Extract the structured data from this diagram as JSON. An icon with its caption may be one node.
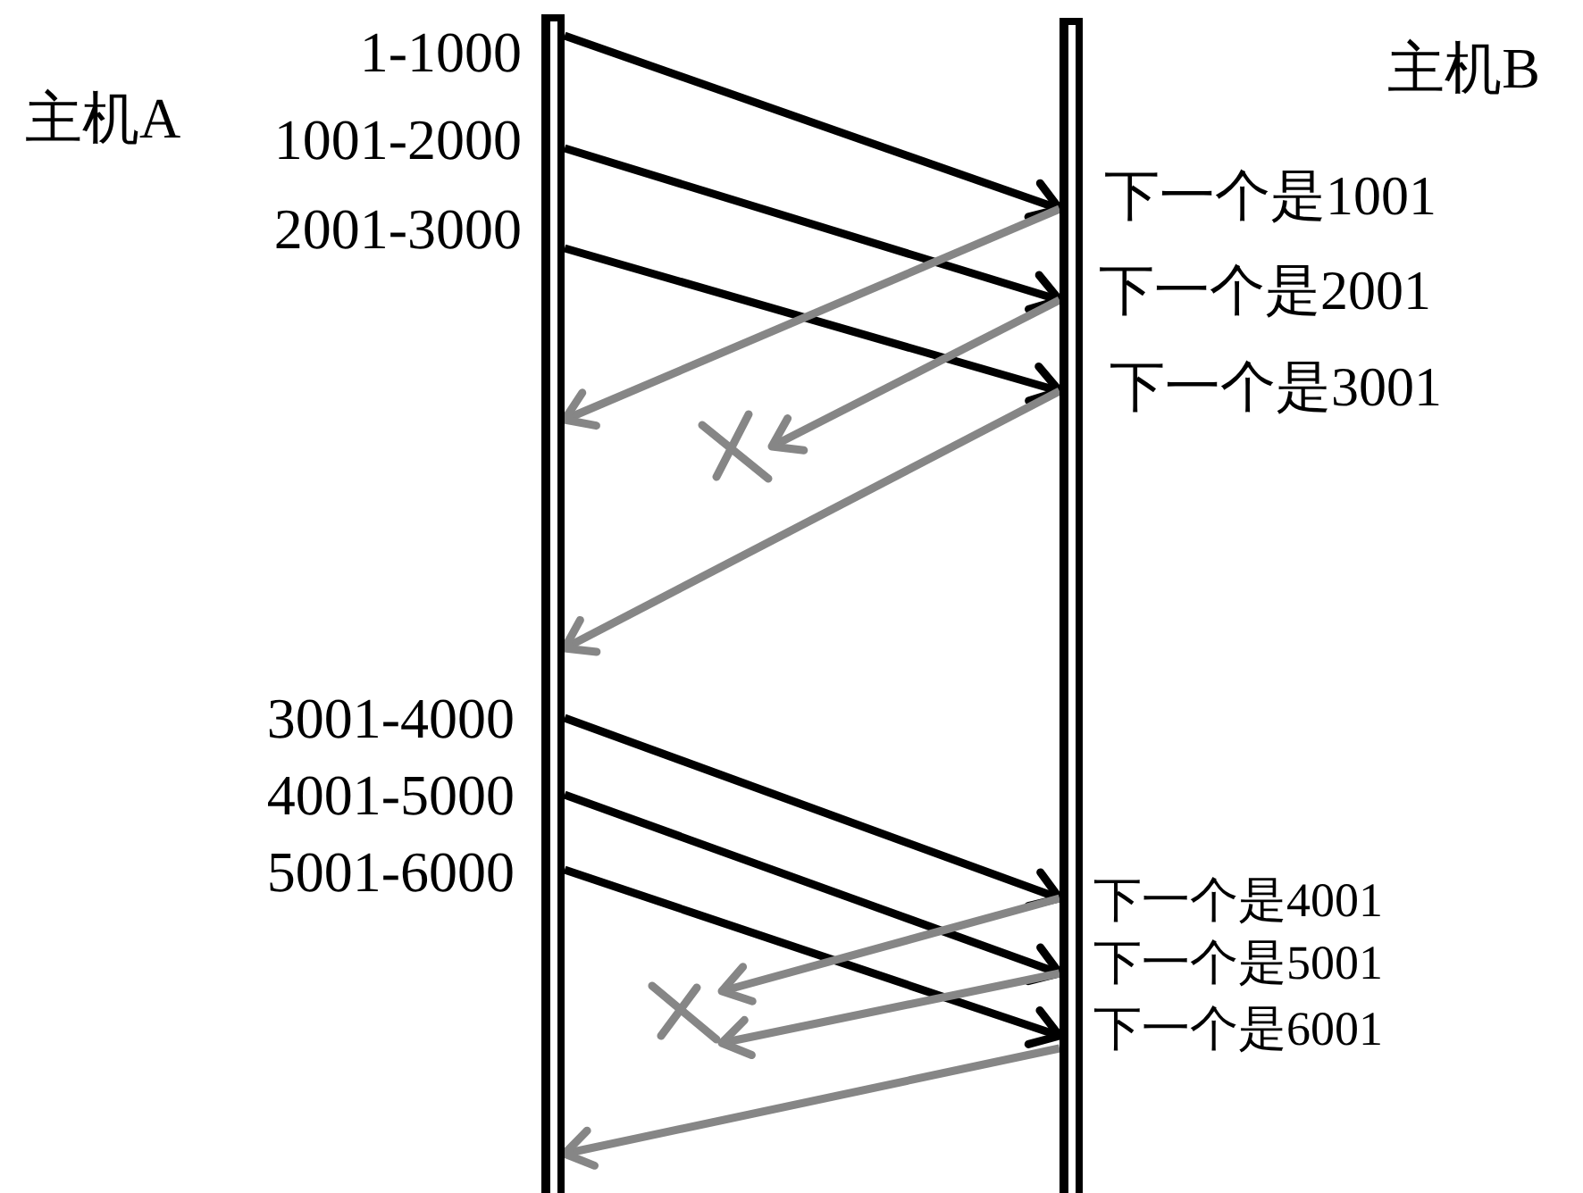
{
  "diagram": {
    "nodes": [
      {
        "text": [],
        "shape": "bar"
      },
      {
        "text": [],
        "shape": "bar"
      },
      {
        "text": [],
        "shape": "cross"
      },
      {
        "text": [],
        "shape": "cross"
      }
    ],
    "edges": [
      {
        "from": 0,
        "to": 1,
        "arrow": "to",
        "label": "1-1000"
      },
      {
        "from": 0,
        "to": 1,
        "arrow": "to",
        "label": "1001-2000"
      },
      {
        "from": 0,
        "to": 1,
        "arrow": "to",
        "label": "2001-3000"
      },
      {
        "from": 1,
        "to": 0,
        "arrow": "to",
        "label": "下一个是1001",
        "color": "#868686"
      },
      {
        "from": 1,
        "to": 2,
        "arrow": "to",
        "label": "下一个是2001",
        "color": "#868686"
      },
      {
        "from": 1,
        "to": 0,
        "arrow": "to",
        "label": "下一个是3001",
        "color": "#868686"
      },
      {
        "from": 0,
        "to": 1,
        "arrow": "to",
        "label": "3001-4000"
      },
      {
        "from": 0,
        "to": 1,
        "arrow": "to",
        "label": "4001-5000"
      },
      {
        "from": 0,
        "to": 1,
        "arrow": "to",
        "label": "5001-6000"
      },
      {
        "from": 1,
        "to": 3,
        "arrow": "to",
        "label": "下一个是4001",
        "color": "#868686"
      },
      {
        "from": 1,
        "to": 3,
        "arrow": "to",
        "label": "下一个是5001",
        "color": "#868686"
      },
      {
        "from": 1,
        "to": 0,
        "arrow": "to",
        "label": "下一个是6001",
        "color": "#868686"
      }
    ],
    "labels": [
      "主机A",
      "主机B"
    ]
  }
}
